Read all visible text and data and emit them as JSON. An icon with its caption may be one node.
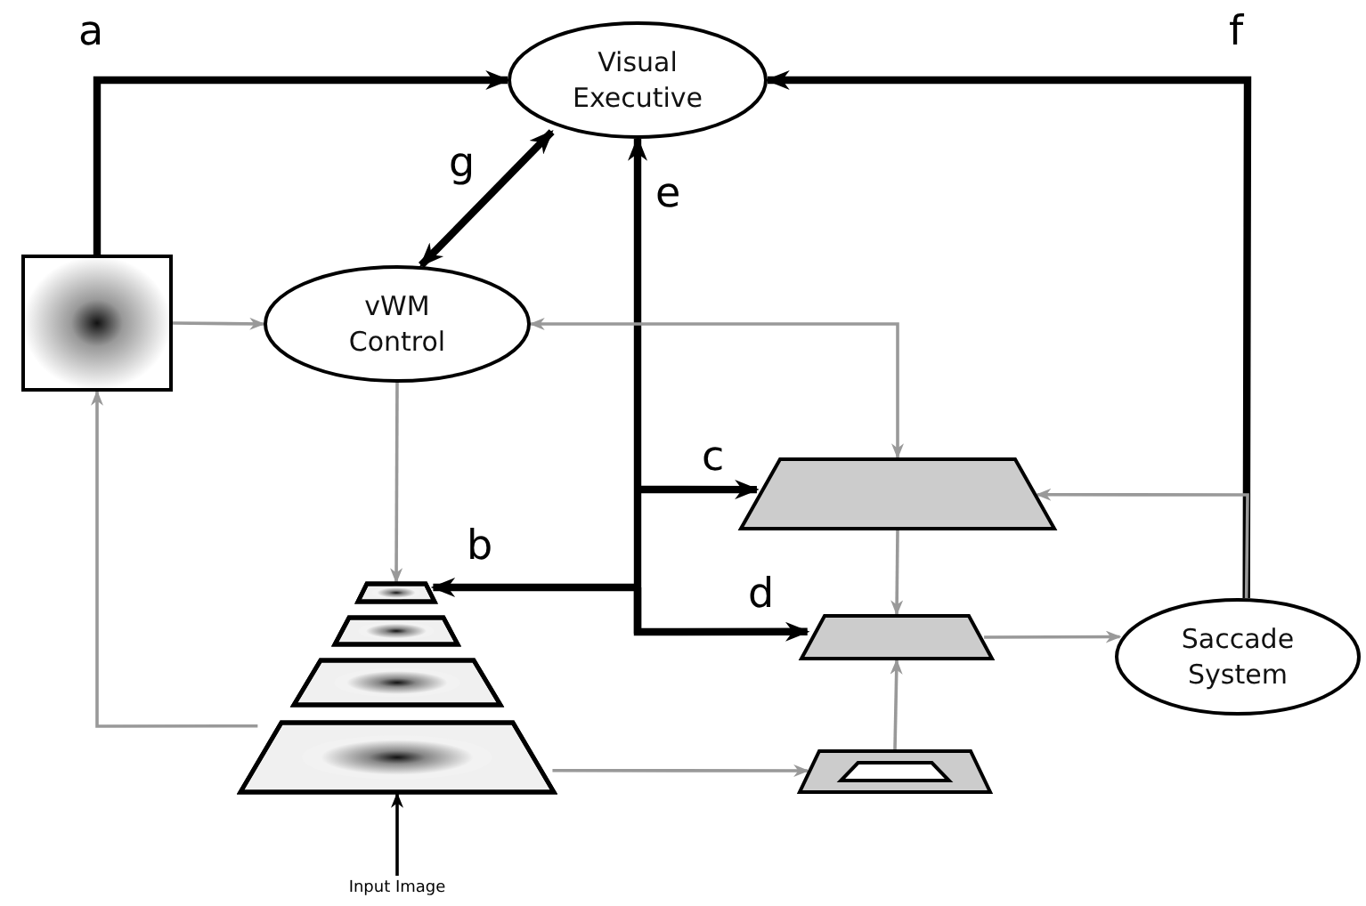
{
  "diagram": {
    "nodes": [
      {
        "text": [
          "Visual Executive"
        ]
      },
      {
        "text": [
          "vWM Control"
        ]
      },
      {
        "text": [
          "Saccade System"
        ]
      },
      {
        "text": [],
        "shape": "box"
      },
      {
        "text": [],
        "shape": "trapezoid"
      },
      {
        "text": [],
        "shape": "trapezoid"
      },
      {
        "text": [],
        "shape": "trapezoid"
      },
      {
        "text": [],
        "shape": "trapezoid"
      },
      {
        "text": [],
        "shape": "trapezoid"
      },
      {
        "text": [],
        "shape": "trapezoid"
      },
      {
        "text": [],
        "shape": "trapezoid"
      },
      {
        "text": [
          "Input Image"
        ]
      }
    ],
    "edges": [
      {
        "from": 3,
        "to": 0,
        "arrow": "to",
        "label": "a",
        "style": "thick",
        "color": "#000000"
      },
      {
        "from": 0,
        "to": 1,
        "arrow": "both",
        "label": "g",
        "style": "thick",
        "color": "#000000"
      },
      {
        "from": null,
        "to": 0,
        "arrow": "to",
        "label": "e",
        "style": "thick",
        "color": "#000000"
      },
      {
        "from": null,
        "to": 4,
        "arrow": "to",
        "label": "b",
        "style": "thick",
        "color": "#000000"
      },
      {
        "from": null,
        "to": 8,
        "arrow": "to",
        "label": "c",
        "style": "thick",
        "color": "#000000"
      },
      {
        "from": null,
        "to": 9,
        "arrow": "to",
        "label": "d",
        "style": "thick",
        "color": "#000000"
      },
      {
        "from": 2,
        "to": 0,
        "arrow": "to",
        "label": "f",
        "style": "thick",
        "color": "#000000"
      },
      {
        "from": 3,
        "to": 1,
        "arrow": "to"
      },
      {
        "from": 7,
        "to": 3,
        "arrow": "to"
      },
      {
        "from": 1,
        "to": 4,
        "arrow": "to"
      },
      {
        "from": 1,
        "to": 8,
        "arrow": "both"
      },
      {
        "from": 2,
        "to": 8,
        "arrow": "to"
      },
      {
        "from": 8,
        "to": 9,
        "arrow": "to"
      },
      {
        "from": 9,
        "to": 2,
        "arrow": "to"
      },
      {
        "from": 10,
        "to": 9,
        "arrow": "to"
      },
      {
        "from": 7,
        "to": 10,
        "arrow": "to"
      },
      {
        "from": 11,
        "to": 7,
        "arrow": "to",
        "color": "#000000"
      }
    ]
  }
}
